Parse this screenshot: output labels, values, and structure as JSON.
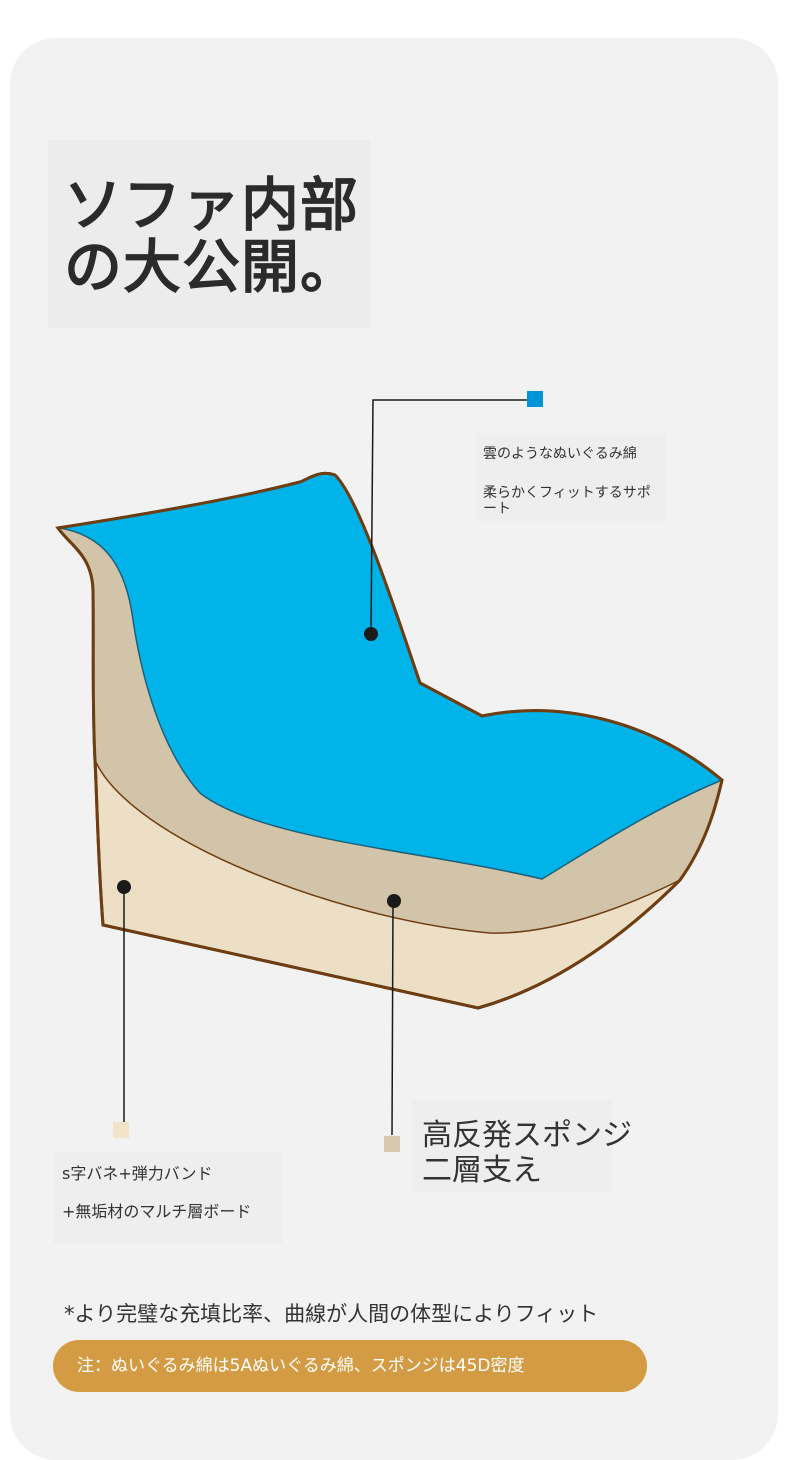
{
  "title_lines": [
    "ソファ内部",
    "の大公開。"
  ],
  "colors": {
    "card_bg": "#f2f2f2",
    "cotton_layer": "#00b4ea",
    "sponge_layer": "#d2c4a8",
    "base_layer": "#ecdfc6",
    "outline": "#6e3d12",
    "accent_pill": "#d39c44",
    "marker_blue": "#0094d8",
    "marker_beige": "#f1e2c9",
    "marker_tan": "#d8c8b0"
  },
  "labels": {
    "cotton": {
      "icon": "blue-square-marker",
      "line1": "雲のようなぬいぐるみ綿",
      "line2": "柔らかくフィットするサポート"
    },
    "spring": {
      "icon": "beige-square-marker",
      "line1": "s字バネ+弾力バンド",
      "line2": "+無垢材のマルチ層ボード"
    },
    "sponge": {
      "icon": "tan-square-marker",
      "text": "高反発スポンジ 二層支え"
    }
  },
  "note": "*より完璧な充填比率、曲線が人間の体型によりフィット",
  "pill_note": "注：ぬいぐるみ綿は5Aぬいぐるみ綿、スポンジは45D密度"
}
